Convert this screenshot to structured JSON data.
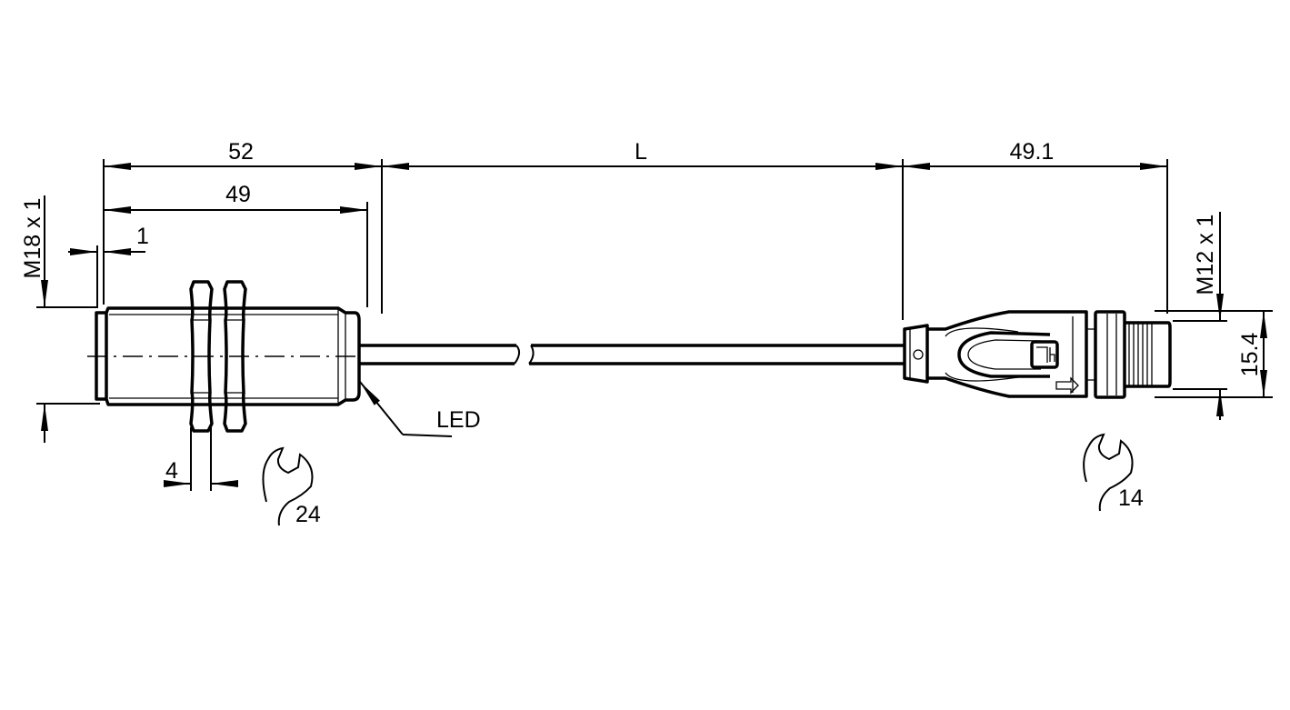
{
  "drawing": {
    "dimensions": {
      "overall_sensor_length": "52",
      "cable_length": "L",
      "connector_length": "49.1",
      "thread_length": "49",
      "chamfer": "1",
      "nut_thickness": "4",
      "sensor_thread": "M18 x 1",
      "connector_thread": "M12 x 1",
      "connector_diameter": "15.4"
    },
    "annotations": {
      "led": "LED",
      "sensor_wrench_size": "24",
      "connector_wrench_size": "14"
    },
    "line_color": "#000000"
  }
}
